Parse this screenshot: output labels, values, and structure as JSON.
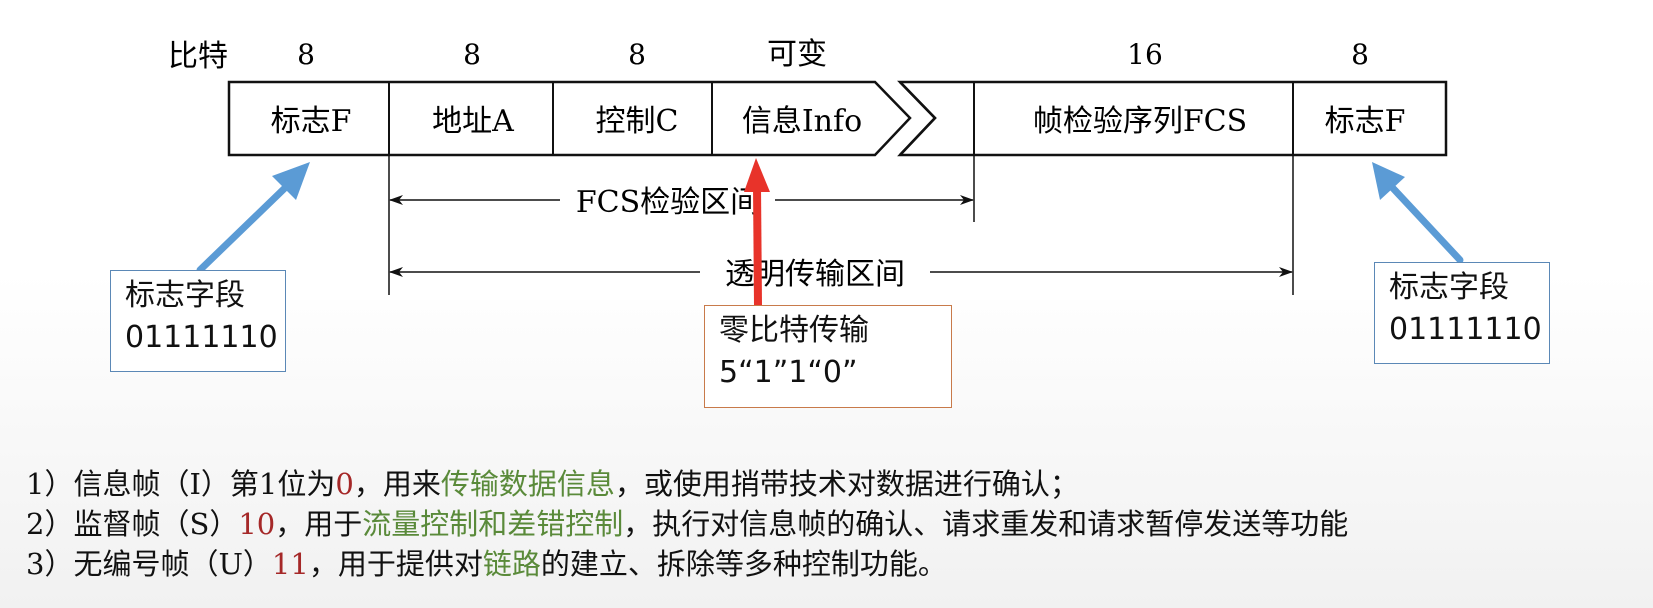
{
  "frame": {
    "bits_header": "比特",
    "fields": [
      {
        "bits": "8",
        "label": "标志F"
      },
      {
        "bits": "8",
        "label": "地址A"
      },
      {
        "bits": "8",
        "label": "控制C"
      },
      {
        "bits": "可变",
        "label": "信息Info"
      },
      {
        "bits": "16",
        "label": "帧检验序列FCS"
      },
      {
        "bits": "8",
        "label": "标志F"
      }
    ],
    "fcs_range_label": "FCS检验区间",
    "transparent_range_label": "透明传输区间"
  },
  "callouts": {
    "left": {
      "line1": "标志字段",
      "line2": "01111110"
    },
    "right": {
      "line1": "标志字段",
      "line2": "01111110"
    },
    "middle": {
      "line1": "零比特传输",
      "line2": "5“1”1“0”"
    }
  },
  "colors": {
    "blue_arrow": "#5b9bd5",
    "red_arrow": "#e8332a",
    "highlight_red": "#a52828",
    "highlight_green": "#5a8a3a"
  },
  "notes": [
    {
      "p1": "1）信息帧（I）第1位为",
      "h1": "0",
      "p2": "，用来",
      "h2": "传输数据信息",
      "p3": "，或使用捎带技术对数据进行确认；"
    },
    {
      "p1": "2）监督帧（S）",
      "h1": "10",
      "p2": "，用于",
      "h2": "流量控制和差错控制",
      "p3": "，执行对信息帧的确认、请求重发和请求暂停发送等功能"
    },
    {
      "p1": "3）无编号帧（U）",
      "h1": "11",
      "p2": "，用于提供对",
      "h2": "链路",
      "p3": "的建立、拆除等多种控制功能。"
    }
  ]
}
